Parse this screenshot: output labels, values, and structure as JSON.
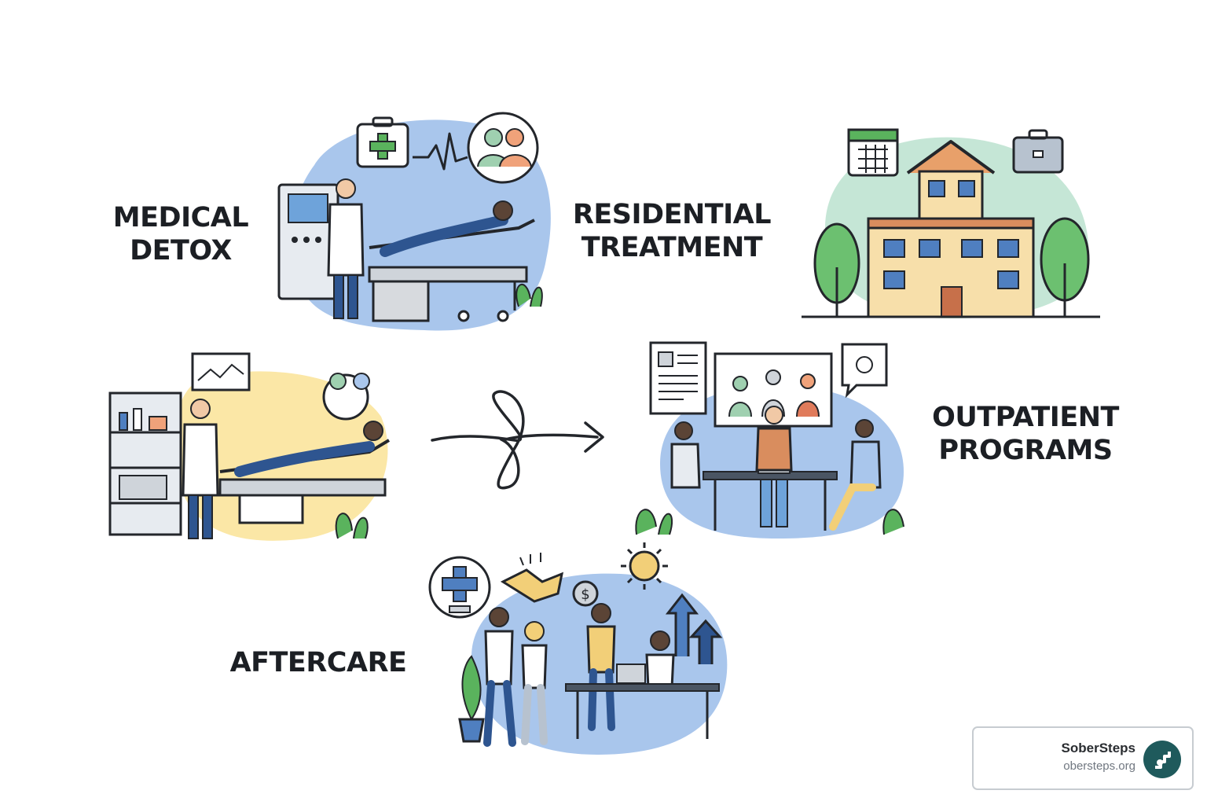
{
  "stages": {
    "medical_detox": [
      "MEDICAL",
      "DETOX"
    ],
    "residential": [
      "RESIDENTIAL",
      "TREATMENT"
    ],
    "outpatient": [
      "OUTPATIENT",
      "PROGRAMS"
    ],
    "aftercare": [
      "AFTERCARE"
    ]
  },
  "illustrations": {
    "detox": "detox-bed-monitor-illustration",
    "residential": "residential-building-illustration",
    "clinic": "clinic-exam-illustration",
    "outpatient": "group-video-meeting-illustration",
    "aftercare": "community-support-illustration",
    "currency_symbol": "$"
  },
  "brand": {
    "name": "SoberSteps",
    "url": "obersteps.org"
  },
  "colors": {
    "label_text": "#1c1f24",
    "blue_blob": "#a9c6ec",
    "green_blob": "#c5e6d6",
    "yellow_blob": "#fbe7a6",
    "logo_teal": "#1f5a5c",
    "outline": "#23262b"
  }
}
